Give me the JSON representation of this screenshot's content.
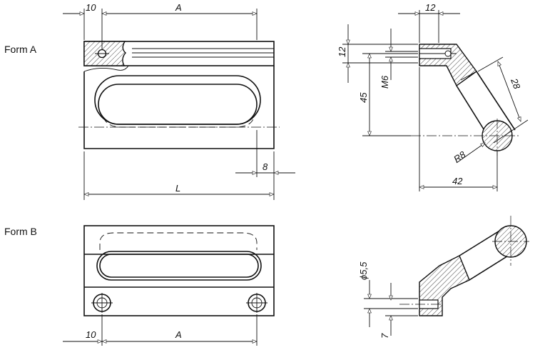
{
  "labels": {
    "form_a": "Form A",
    "form_b": "Form B"
  },
  "dimensions": {
    "a_offset": "10",
    "a_length": "A",
    "a_edge": "8",
    "a_total": "L",
    "side_width": "12",
    "side_height": "12",
    "side_thread": "M6",
    "side_drop": "45",
    "side_thickness": "28",
    "side_radius": "R8",
    "side_reach": "42",
    "b_hole": "ϕ5,5",
    "b_depth": "7",
    "b_offset": "10",
    "b_length": "A"
  }
}
